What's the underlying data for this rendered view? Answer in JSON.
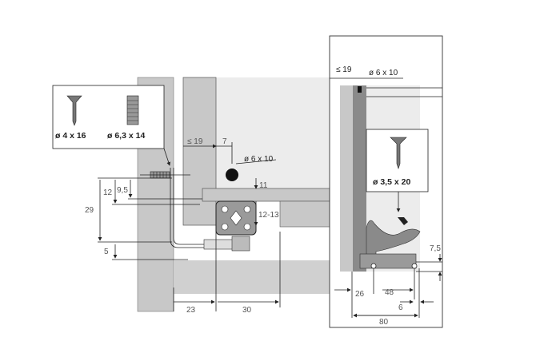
{
  "left_view": {
    "screw_labels": [
      "ø 4 x 16",
      "ø 6,3 x 14"
    ],
    "dowel_label": "ø 6 x 10",
    "dims": {
      "side_thickness": "≤ 19",
      "offset": "7",
      "height_11": "11",
      "height_12_13": "12-13",
      "v12": "12",
      "v9_5": "9,5",
      "v29": "29",
      "v5": "5",
      "h23": "23",
      "h30": "30"
    }
  },
  "right_view": {
    "screw_label": "ø 3,5 x 20",
    "dowel_label": "ø 6 x 10",
    "dims": {
      "side_thickness": "≤ 19",
      "v7_5": "7,5",
      "h26": "26",
      "h48": "48",
      "h6": "6",
      "h80": "80"
    }
  },
  "colors": {
    "panel": "#c8c8c8",
    "light": "#ececec",
    "dark": "#8a8a8a"
  }
}
